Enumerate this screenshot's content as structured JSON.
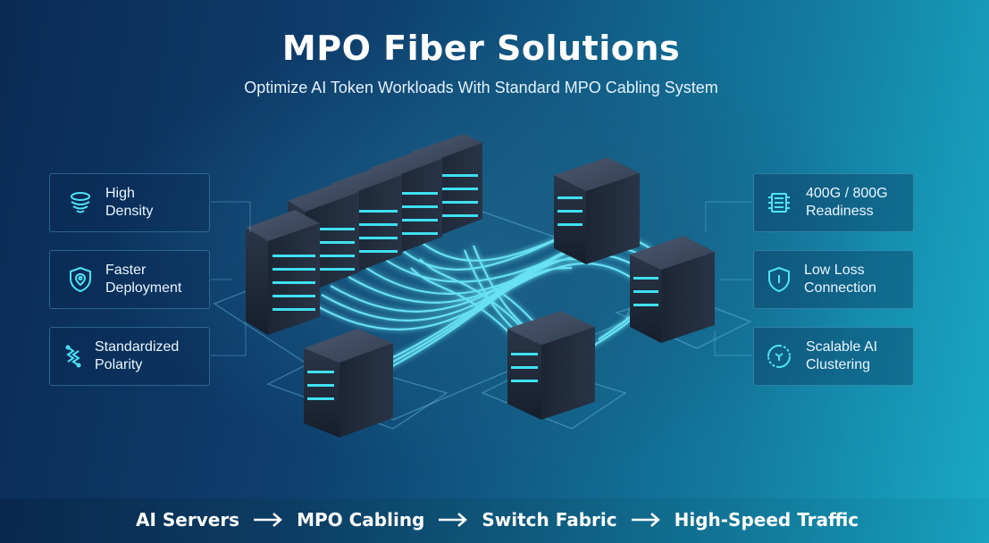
{
  "header": {
    "title": "MPO Fiber Solutions",
    "subtitle": "Optimize AI Token Workloads With Standard MPO Cabling System"
  },
  "left_features": [
    {
      "label": "High\nDensity",
      "icon": "density-layers-icon"
    },
    {
      "label": "Faster\nDeployment",
      "icon": "shield-pin-icon"
    },
    {
      "label": "Standardized\nPolarity",
      "icon": "polarity-icon"
    }
  ],
  "right_features": [
    {
      "label": "400G / 800G\nReadiness",
      "icon": "chip-icon"
    },
    {
      "label": "Low Loss\nConnection",
      "icon": "shield-icon"
    },
    {
      "label": "Scalable AI\nClustering",
      "icon": "cluster-icon"
    }
  ],
  "flow": {
    "steps": [
      "AI Servers",
      "MPO Cabling",
      "Switch Fabric",
      "High-Speed Traffic"
    ]
  },
  "colors": {
    "accent": "#4fe3f5",
    "bg_dark": "#0b2a55",
    "bg_light": "#19aac4"
  }
}
